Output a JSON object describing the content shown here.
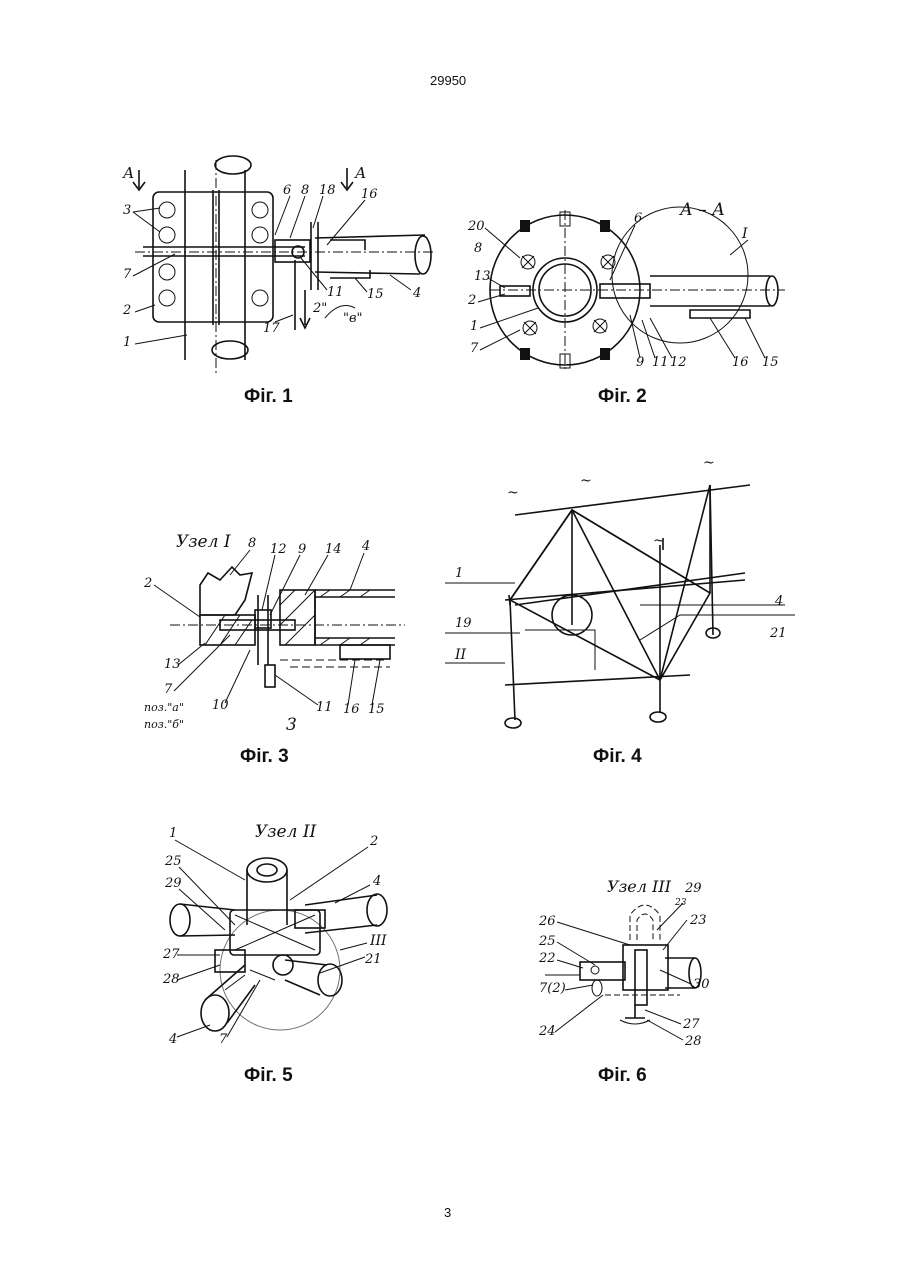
{
  "header": {
    "patent_number": "29950"
  },
  "footer": {
    "page_number": "3"
  },
  "figures": [
    {
      "caption": "Фіг. 1",
      "labels": [
        "А",
        "А",
        "3",
        "6",
        "8",
        "18",
        "16",
        "7",
        "2",
        "1",
        "11",
        "2\"",
        "15",
        "4",
        "17",
        "\"в\""
      ]
    },
    {
      "caption": "Фіг. 2",
      "labels": [
        "А – А",
        "І",
        "6",
        "20",
        "8",
        "13",
        "2",
        "1",
        "7",
        "9",
        "11",
        "12",
        "16",
        "15"
      ]
    },
    {
      "caption": "Фіг. 3",
      "labels": [
        "Узел І",
        "8",
        "12",
        "9",
        "14",
        "4",
        "2",
        "13",
        "7",
        "поз.\"а\"",
        "поз.\"б\"",
        "10",
        "3",
        "11",
        "16",
        "15"
      ]
    },
    {
      "caption": "Фіг. 4",
      "labels": [
        "1",
        "19",
        "ІІ",
        "4",
        "21"
      ]
    },
    {
      "caption": "Фіг. 5",
      "labels": [
        "Узел ІІ",
        "1",
        "2",
        "25",
        "29",
        "4",
        "ІІІ",
        "21",
        "27",
        "28",
        "4",
        "7"
      ]
    },
    {
      "caption": "Фіг. 6",
      "labels": [
        "Узел ІІІ",
        "29",
        "23",
        "23",
        "26",
        "25",
        "22",
        "30",
        "7(2)",
        "27",
        "24",
        "28"
      ]
    }
  ]
}
